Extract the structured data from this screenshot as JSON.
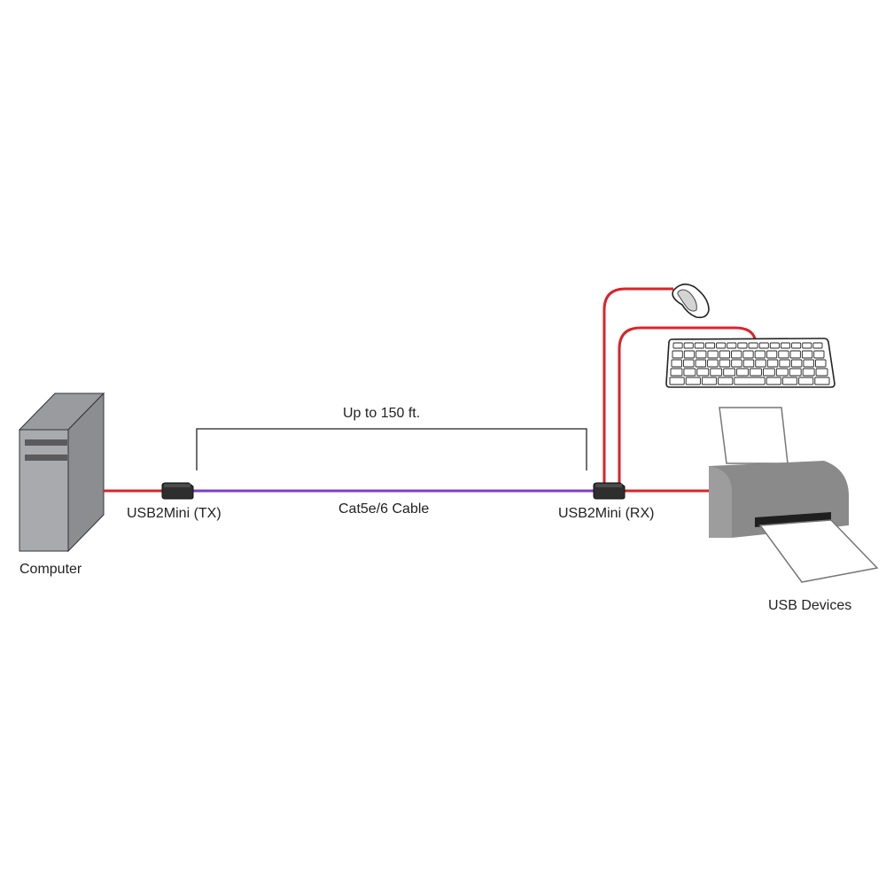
{
  "diagram": {
    "colors": {
      "usb_cable": "#d9242a",
      "cat_cable": "#7b3fc4",
      "device_body": "#2e2e2e",
      "computer_front": "#a9aaad",
      "computer_side": "#8c8d90",
      "computer_top": "#9a9b9e",
      "printer_body": "#8a8a8a"
    },
    "nodes": {
      "computer": {
        "label": "Computer",
        "icon": "computer-tower-icon"
      },
      "tx": {
        "label": "USB2Mini (TX)",
        "icon": "usb-extender-icon"
      },
      "rx": {
        "label": "USB2Mini (RX)",
        "icon": "usb-extender-icon"
      },
      "usb_devices": {
        "label": "USB Devices",
        "items": [
          {
            "name": "Mouse",
            "icon": "mouse-icon"
          },
          {
            "name": "Keyboard",
            "icon": "keyboard-icon"
          },
          {
            "name": "Printer",
            "icon": "printer-icon"
          }
        ]
      }
    },
    "links": {
      "cable_label": "Cat5e/6 Cable",
      "distance_label": "Up to 150 ft."
    }
  }
}
